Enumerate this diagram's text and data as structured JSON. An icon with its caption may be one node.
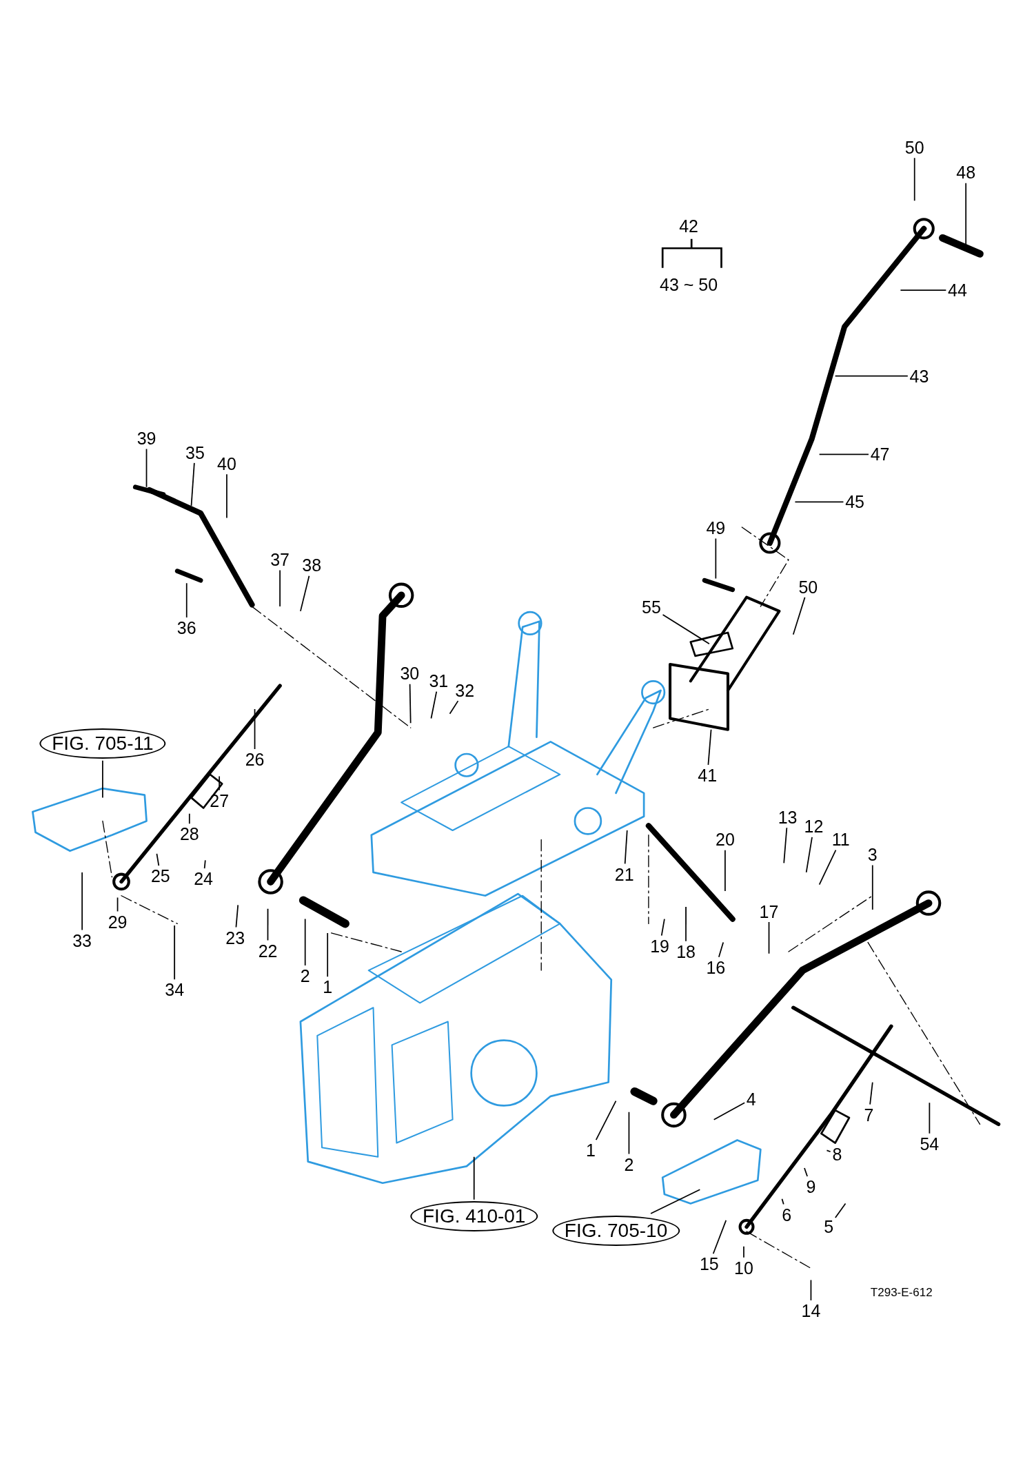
{
  "diagram": {
    "nodes": [
      {
        "text": [
          "50"
        ]
      },
      {
        "text": [
          "48"
        ]
      },
      {
        "text": [
          "44"
        ]
      },
      {
        "text": [
          "43"
        ]
      },
      {
        "text": [
          "47"
        ]
      },
      {
        "text": [
          "39"
        ]
      },
      {
        "text": [
          "35"
        ]
      },
      {
        "text": [
          "40"
        ]
      },
      {
        "text": [
          "45"
        ]
      },
      {
        "text": [
          "49"
        ]
      },
      {
        "text": [
          "37"
        ]
      },
      {
        "text": [
          "38"
        ]
      },
      {
        "text": [
          "50"
        ]
      },
      {
        "text": [
          "55"
        ]
      },
      {
        "text": [
          "36"
        ]
      },
      {
        "text": [
          "30"
        ]
      },
      {
        "text": [
          "31"
        ]
      },
      {
        "text": [
          "32"
        ]
      },
      {
        "text": [
          "FIG. 705-11"
        ]
      },
      {
        "text": [
          "26"
        ]
      },
      {
        "text": [
          "41"
        ]
      },
      {
        "text": [
          "27"
        ]
      },
      {
        "text": [
          "13"
        ]
      },
      {
        "text": [
          "12"
        ]
      },
      {
        "text": [
          "11"
        ]
      },
      {
        "text": [
          "20"
        ]
      },
      {
        "text": [
          "3"
        ]
      },
      {
        "text": [
          "28"
        ]
      },
      {
        "text": [
          "21"
        ]
      },
      {
        "text": [
          "25"
        ]
      },
      {
        "text": [
          "24"
        ]
      },
      {
        "text": [
          "23"
        ]
      },
      {
        "text": [
          "22"
        ]
      },
      {
        "text": [
          "17"
        ]
      },
      {
        "text": [
          "29"
        ]
      },
      {
        "text": [
          "33"
        ]
      },
      {
        "text": [
          "19"
        ]
      },
      {
        "text": [
          "18"
        ]
      },
      {
        "text": [
          "2"
        ]
      },
      {
        "text": [
          "1"
        ]
      },
      {
        "text": [
          "16"
        ]
      },
      {
        "text": [
          "34"
        ]
      },
      {
        "text": [
          "4"
        ]
      },
      {
        "text": [
          "7"
        ]
      },
      {
        "text": [
          "54"
        ]
      },
      {
        "text": [
          "1"
        ]
      },
      {
        "text": [
          "8"
        ]
      },
      {
        "text": [
          "2"
        ]
      },
      {
        "text": [
          "9"
        ]
      },
      {
        "text": [
          "6"
        ]
      },
      {
        "text": [
          "FIG. 410-01"
        ]
      },
      {
        "text": [
          "5"
        ]
      },
      {
        "text": [
          "FIG. 705-10"
        ]
      },
      {
        "text": [
          "15"
        ]
      },
      {
        "text": [
          "10"
        ]
      },
      {
        "text": [
          "14"
        ]
      }
    ],
    "edges": [
      {
        "from": 0,
        "to": null,
        "arrow": "none"
      },
      {
        "from": 1,
        "to": null,
        "arrow": "none"
      },
      {
        "from": 2,
        "to": null,
        "arrow": "none"
      },
      {
        "from": 3,
        "to": null,
        "arrow": "none"
      },
      {
        "from": 4,
        "to": null,
        "arrow": "none"
      },
      {
        "from": 5,
        "to": null,
        "arrow": "none"
      },
      {
        "from": 6,
        "to": null,
        "arrow": "none"
      },
      {
        "from": 7,
        "to": null,
        "arrow": "none"
      },
      {
        "from": 8,
        "to": null,
        "arrow": "none"
      },
      {
        "from": 9,
        "to": null,
        "arrow": "none"
      },
      {
        "from": 10,
        "to": null,
        "arrow": "none"
      },
      {
        "from": 11,
        "to": null,
        "arrow": "none"
      },
      {
        "from": 12,
        "to": null,
        "arrow": "none"
      },
      {
        "from": 13,
        "to": null,
        "arrow": "none"
      },
      {
        "from": 14,
        "to": null,
        "arrow": "none"
      },
      {
        "from": 15,
        "to": null,
        "arrow": "none"
      },
      {
        "from": 16,
        "to": null,
        "arrow": "none"
      },
      {
        "from": 17,
        "to": null,
        "arrow": "none"
      },
      {
        "from": 18,
        "to": null,
        "arrow": "none"
      },
      {
        "from": 19,
        "to": null,
        "arrow": "none"
      },
      {
        "from": 20,
        "to": null,
        "arrow": "none"
      },
      {
        "from": 21,
        "to": null,
        "arrow": "none"
      },
      {
        "from": 22,
        "to": null,
        "arrow": "none"
      },
      {
        "from": 23,
        "to": null,
        "arrow": "none"
      },
      {
        "from": 24,
        "to": null,
        "arrow": "none"
      },
      {
        "from": 25,
        "to": null,
        "arrow": "none"
      },
      {
        "from": 26,
        "to": null,
        "arrow": "none"
      },
      {
        "from": 27,
        "to": null,
        "arrow": "none"
      },
      {
        "from": 28,
        "to": null,
        "arrow": "none"
      },
      {
        "from": 29,
        "to": null,
        "arrow": "none"
      },
      {
        "from": 30,
        "to": null,
        "arrow": "none"
      },
      {
        "from": 31,
        "to": null,
        "arrow": "none"
      },
      {
        "from": 32,
        "to": null,
        "arrow": "none"
      },
      {
        "from": 33,
        "to": null,
        "arrow": "none"
      },
      {
        "from": 34,
        "to": null,
        "arrow": "none"
      },
      {
        "from": 35,
        "to": null,
        "arrow": "none"
      },
      {
        "from": 36,
        "to": null,
        "arrow": "none"
      },
      {
        "from": 37,
        "to": null,
        "arrow": "none"
      },
      {
        "from": 38,
        "to": null,
        "arrow": "none"
      },
      {
        "from": 39,
        "to": null,
        "arrow": "none"
      },
      {
        "from": 40,
        "to": null,
        "arrow": "none"
      },
      {
        "from": 41,
        "to": null,
        "arrow": "none"
      },
      {
        "from": 42,
        "to": null,
        "arrow": "none"
      },
      {
        "from": 43,
        "to": null,
        "arrow": "none"
      },
      {
        "from": 44,
        "to": null,
        "arrow": "none"
      },
      {
        "from": 45,
        "to": null,
        "arrow": "none"
      },
      {
        "from": 46,
        "to": null,
        "arrow": "none"
      },
      {
        "from": 47,
        "to": null,
        "arrow": "none"
      },
      {
        "from": 48,
        "to": null,
        "arrow": "none"
      },
      {
        "from": 49,
        "to": null,
        "arrow": "none"
      },
      {
        "from": 50,
        "to": null,
        "arrow": "none"
      },
      {
        "from": 51,
        "to": null,
        "arrow": "none"
      },
      {
        "from": 52,
        "to": null,
        "arrow": "none"
      },
      {
        "from": 53,
        "to": null,
        "arrow": "none"
      },
      {
        "from": 54,
        "to": null,
        "arrow": "none"
      },
      {
        "from": 55,
        "to": null,
        "arrow": "none"
      }
    ],
    "labels": [
      "42",
      "43 ~ 50",
      "T293-E-612"
    ]
  }
}
